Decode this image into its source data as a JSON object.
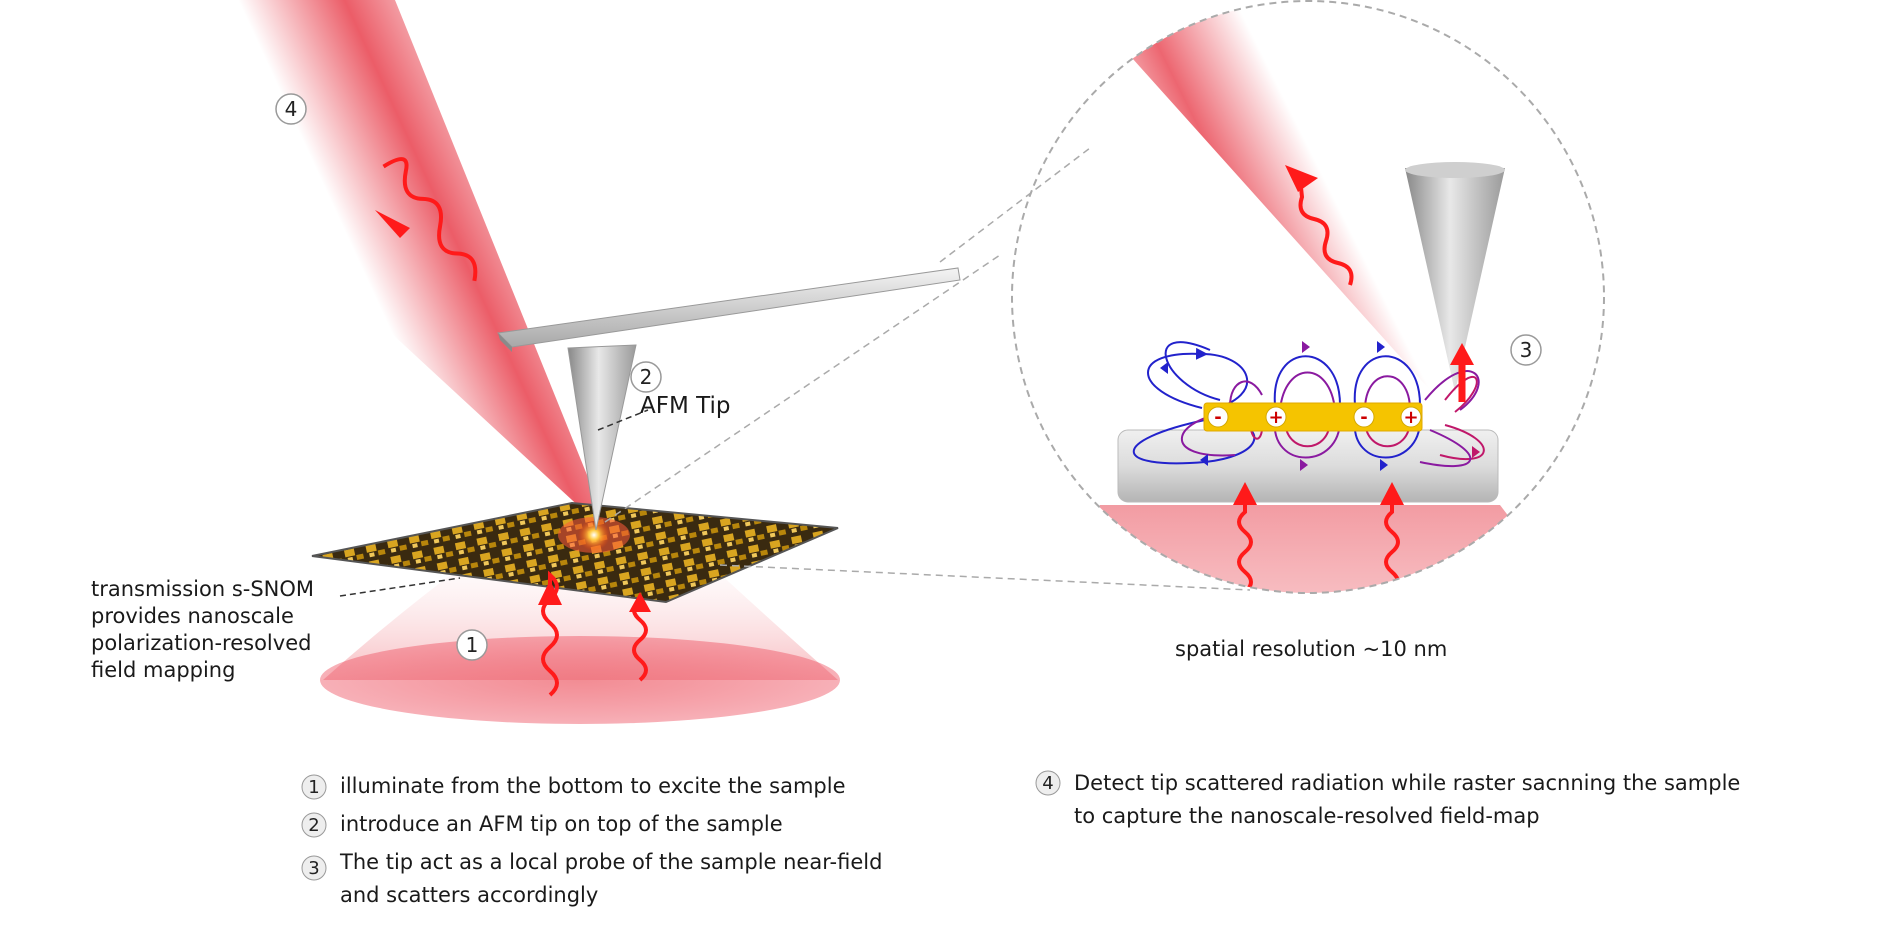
{
  "markers": {
    "m1": "1",
    "m2": "2",
    "m3": "3",
    "m4": "4"
  },
  "charges": [
    "-",
    "+",
    "-",
    "+"
  ],
  "labels": {
    "afm_tip": "AFM Tip",
    "side_note": "transmission s-SNOM provides nanoscale polarization-resolved field mapping",
    "resolution": "spatial resolution ~10 nm"
  },
  "steps": [
    {
      "num": "1",
      "line1": "illuminate from the bottom to excite the sample",
      "line2": ""
    },
    {
      "num": "2",
      "line1": "introduce an AFM tip on top of the sample",
      "line2": ""
    },
    {
      "num": "3",
      "line1": "The tip act as a local probe of the sample near-field",
      "line2": "and scatters accordingly"
    },
    {
      "num": "4",
      "line1": "Detect tip scattered radiation while raster sacnning the sample",
      "line2": "to capture the nanoscale-resolved field-map"
    }
  ],
  "colors": {
    "beam": "#e8404d",
    "wave_arrow": "#ff1a1a",
    "gold": "#f5c400",
    "field_blue": "#2222cc",
    "field_purple": "#8a1aa0",
    "field_magenta": "#c0186a",
    "tip_gray": "#b8b8b8",
    "marker_stroke": "#999999"
  }
}
